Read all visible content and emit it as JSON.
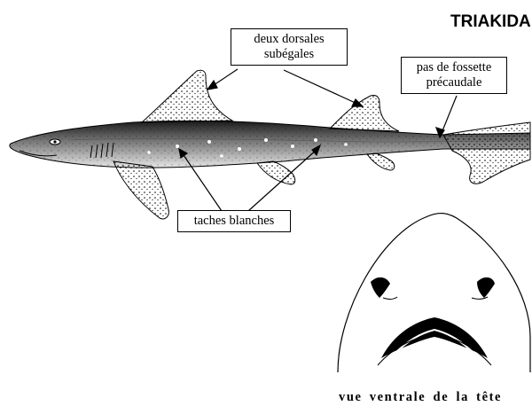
{
  "header": {
    "title": "TRIAKIDA"
  },
  "callouts": {
    "dorsals": {
      "lines": [
        "deux dorsales",
        "subégales"
      ]
    },
    "precaudal_pit": {
      "lines": [
        "pas de fossette",
        "précaudale"
      ]
    },
    "white_spots": {
      "lines": [
        "taches blanches"
      ]
    }
  },
  "head_view": {
    "caption": "vue ventrale de la tête"
  }
}
